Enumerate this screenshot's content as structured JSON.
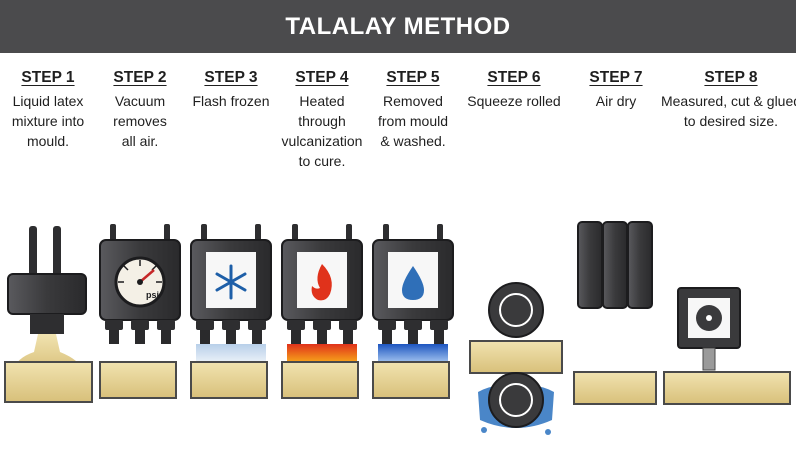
{
  "title": "TALALAY METHOD",
  "steps": [
    {
      "heading": "STEP 1",
      "text": "Liquid latex\nmixture into\nmould."
    },
    {
      "heading": "STEP 2",
      "text": "Vacuum\nremoves\nall air."
    },
    {
      "heading": "STEP 3",
      "text": "Flash frozen"
    },
    {
      "heading": "STEP 4",
      "text": "Heated\nthrough\nvulcanization\nto cure."
    },
    {
      "heading": "STEP 5",
      "text": "Removed\nfrom mould\n& washed."
    },
    {
      "heading": "STEP 6",
      "text": "Squeeze rolled"
    },
    {
      "heading": "STEP 7",
      "text": "Air dry"
    },
    {
      "heading": "STEP 8",
      "text": "Measured, cut & glued\nto desired size."
    }
  ],
  "illustrations": {
    "step1": "liquid-latex-nozzle-icon",
    "step2": "psi-gauge-icon",
    "gauge_label": "psi",
    "step3": "snowflake-icon",
    "step4": "flame-icon",
    "step5": "water-drop-icon",
    "step6": "squeeze-rollers-icon",
    "step7": "air-nozzles-icon",
    "step8": "cutting-blade-icon"
  },
  "colors": {
    "banner": "#4b4b4d",
    "machine": "#3a3a3c",
    "latex": "#e8d59a",
    "frost": "#1e5fa8",
    "heat": "#e0321b",
    "water": "#2f6fb8"
  }
}
